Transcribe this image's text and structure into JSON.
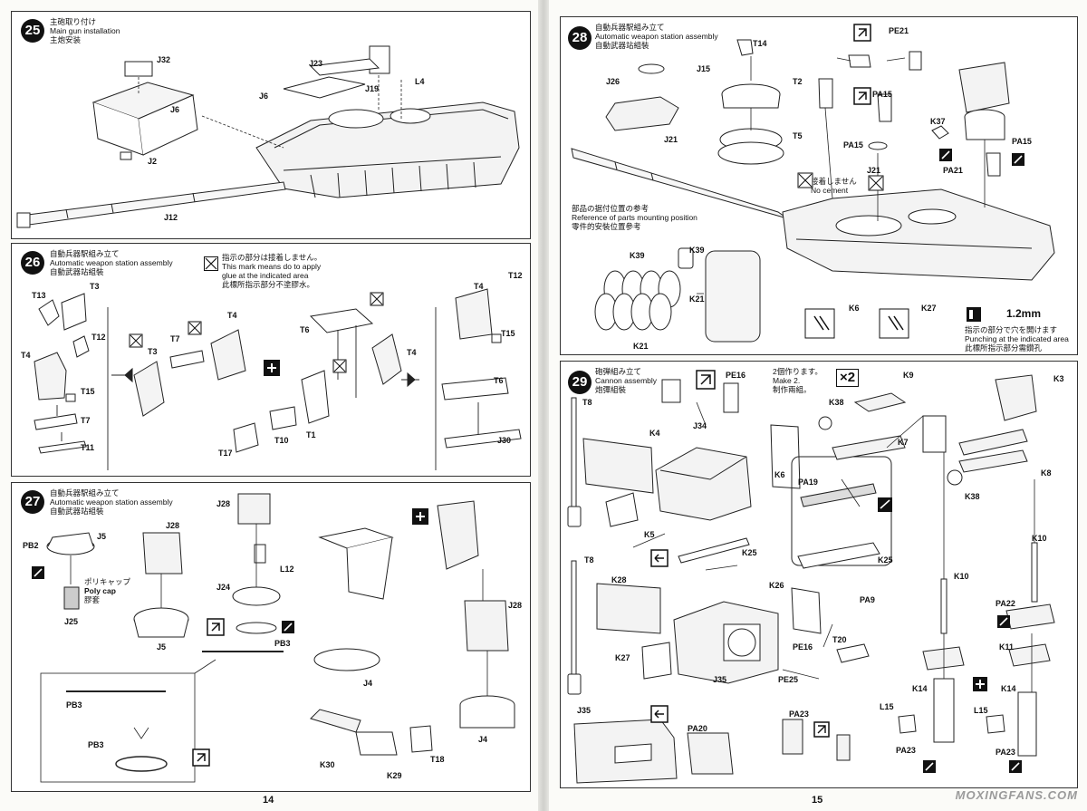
{
  "pages": {
    "left_number": "14",
    "right_number": "15"
  },
  "watermark": "MOXINGFANS.COM",
  "steps": {
    "s25": {
      "num": "25",
      "jp": "主砲取り付け",
      "en": "Main gun installation",
      "cn": "主炮安装",
      "parts": [
        "J32",
        "J6",
        "J2",
        "J23",
        "J19",
        "L4",
        "J6",
        "J12"
      ]
    },
    "s26": {
      "num": "26",
      "jp": "自動兵器駅組み立て",
      "en": "Automatic weapon station assembly",
      "cn": "自動武器站組裝",
      "note_jp": "指示の部分は接着しません。",
      "note_en1": "This mark means do to apply",
      "note_en2": "glue at the indicated area",
      "note_cn": "此標所指示部分不塗膠水。",
      "parts": [
        "T13",
        "T3",
        "T12",
        "T4",
        "T15",
        "T7",
        "T11",
        "T3",
        "T7",
        "T4",
        "T6",
        "T4",
        "T17",
        "T10",
        "T1",
        "T4",
        "T12",
        "T15",
        "T6",
        "J30"
      ]
    },
    "s27": {
      "num": "27",
      "jp": "自動兵器駅組み立て",
      "en": "Automatic weapon station assembly",
      "cn": "自動武器站組裝",
      "polycap_jp": "ポリキャップ",
      "polycap_en": "Poly cap",
      "polycap_cn": "膠套",
      "parts": [
        "PB2",
        "J5",
        "J25",
        "J28",
        "J5",
        "J28",
        "L12",
        "J24",
        "PB3",
        "J28",
        "J4",
        "J4",
        "K30",
        "K29",
        "T18",
        "PB3",
        "PB3"
      ]
    },
    "s28": {
      "num": "28",
      "jp": "自動兵器駅組み立て",
      "en": "Automatic weapon station assembly",
      "cn": "自動武器站組裝",
      "ref_jp": "部品の据付位置の参考",
      "ref_en": "Reference of parts mounting position",
      "ref_cn": "零件的安裝位置參考",
      "nocement_jp": "接着しません",
      "nocement_en": "No cement",
      "punch_jp": "指示の部分で穴を開けます",
      "punch_en": "Punching at the indicated area",
      "punch_cn": "此標所指示部分需鑽孔",
      "punch_size": "1.2mm",
      "parts": [
        "T14",
        "J15",
        "T2",
        "J26",
        "J21",
        "T5",
        "PE21",
        "PA15",
        "PA15",
        "K37",
        "PA21",
        "PA15",
        "J21",
        "K39",
        "K39",
        "K21",
        "K21",
        "K6",
        "K27"
      ]
    },
    "s29": {
      "num": "29",
      "jp": "砲弾組み立て",
      "en": "Cannon assembly",
      "cn": "炮彈組裝",
      "make_jp": "2個作ります。",
      "make_en": "Make 2.",
      "make_cn": "制作兩組。",
      "times": "×2",
      "parts": [
        "T8",
        "PE16",
        "K4",
        "J34",
        "K6",
        "K5",
        "K25",
        "PA19",
        "K25",
        "K38",
        "K9",
        "K3",
        "K7",
        "K8",
        "K38",
        "T8",
        "K28",
        "K26",
        "PA9",
        "T20",
        "K27",
        "J35",
        "PE16",
        "PE25",
        "K10",
        "PA22",
        "K10",
        "K11",
        "J35",
        "PA20",
        "PA23",
        "L15",
        "K14",
        "L15",
        "K14",
        "PA23",
        "PA23"
      ]
    }
  }
}
